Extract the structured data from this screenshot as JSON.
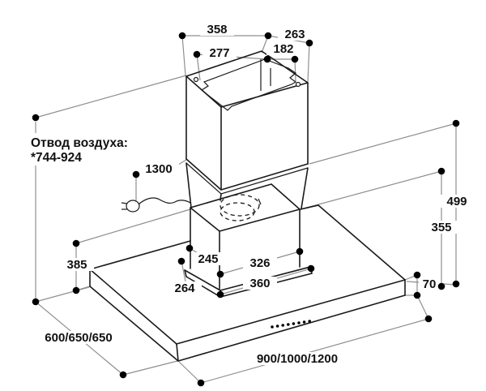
{
  "diagram": {
    "air_outlet_note": {
      "line1": "Отвод воздуха:",
      "line2": "*744-924"
    },
    "dimension_labels": {
      "d358": "358",
      "d263": "263",
      "d277": "277",
      "d182": "182",
      "d1300": "1300",
      "d499": "499",
      "d355": "355",
      "d245": "245",
      "d326": "326",
      "d360": "360",
      "d264": "264",
      "d385": "385",
      "d70": "70",
      "depth_options": "600/650/650",
      "width_options": "900/1000/1200"
    },
    "colors": {
      "drawing_line": "#1a1a1a",
      "dimension_line": "#8f8f8f",
      "text": "#111111",
      "background": "#ffffff"
    }
  }
}
